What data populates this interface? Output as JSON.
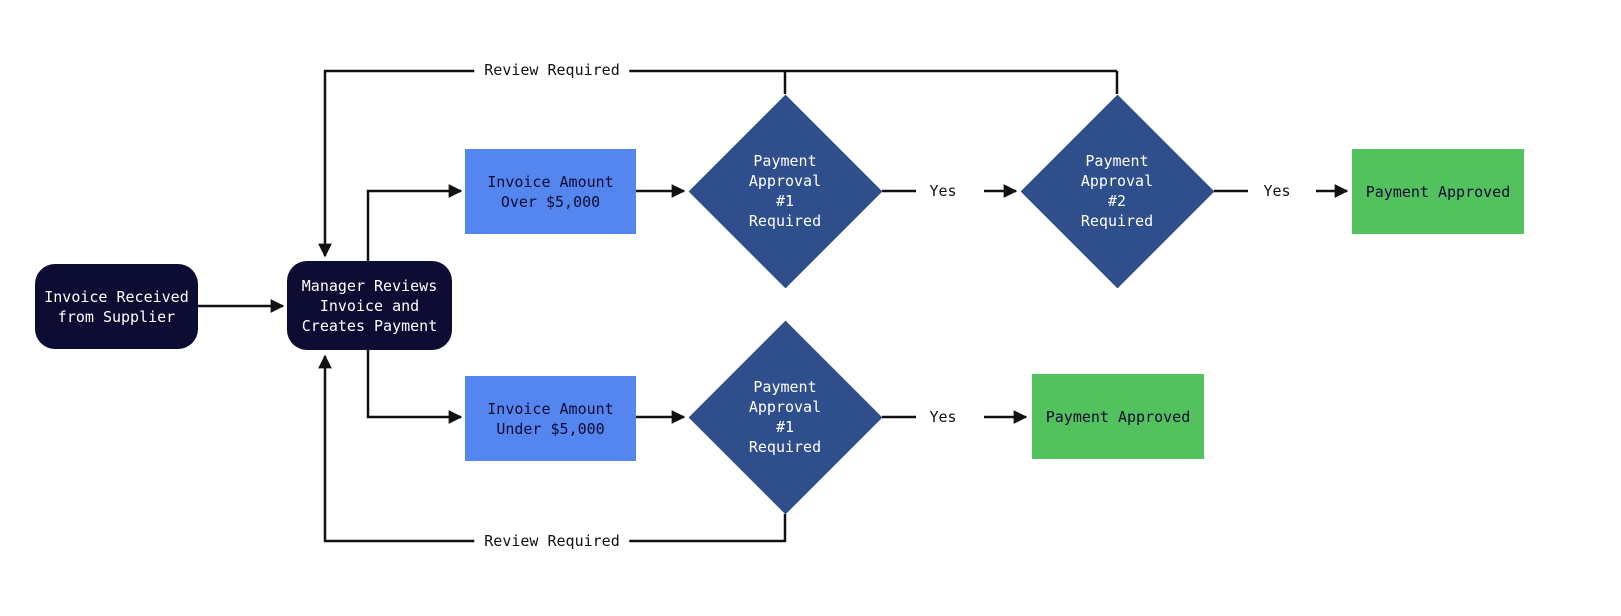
{
  "colors": {
    "bg": "#ffffff",
    "navy": "#0d0c33",
    "blue": "#5585ee",
    "diamond": "#2e4e8c",
    "green": "#54c15f",
    "arrow": "#111111",
    "label": "#111111",
    "text-light": "#ffffff",
    "text-dark": "#0d0c33"
  },
  "nodes": {
    "invoice_received": {
      "type": "rounded-rect",
      "lines": [
        "Invoice Received",
        "from Supplier"
      ]
    },
    "manager_reviews": {
      "type": "rounded-rect",
      "lines": [
        "Manager Reviews",
        "Invoice and",
        "Creates Payment"
      ]
    },
    "invoice_over": {
      "type": "rect",
      "lines": [
        "Invoice Amount",
        "Over $5,000"
      ]
    },
    "invoice_under": {
      "type": "rect",
      "lines": [
        "Invoice Amount",
        "Under $5,000"
      ]
    },
    "approval1_top": {
      "type": "diamond",
      "lines": [
        "Payment",
        "Approval",
        "#1",
        "Required"
      ]
    },
    "approval2_top": {
      "type": "diamond",
      "lines": [
        "Payment",
        "Approval",
        "#2",
        "Required"
      ]
    },
    "approval1_bottom": {
      "type": "diamond",
      "lines": [
        "Payment",
        "Approval",
        "#1",
        "Required"
      ]
    },
    "approved_top": {
      "type": "rect",
      "lines": [
        "Payment Approved"
      ]
    },
    "approved_bottom": {
      "type": "rect",
      "lines": [
        "Payment Approved"
      ]
    }
  },
  "edge_labels": {
    "yes_top_1": "Yes",
    "yes_top_2": "Yes",
    "yes_bottom": "Yes",
    "review_required_top": "Review Required",
    "review_required_bottom": "Review Required"
  }
}
